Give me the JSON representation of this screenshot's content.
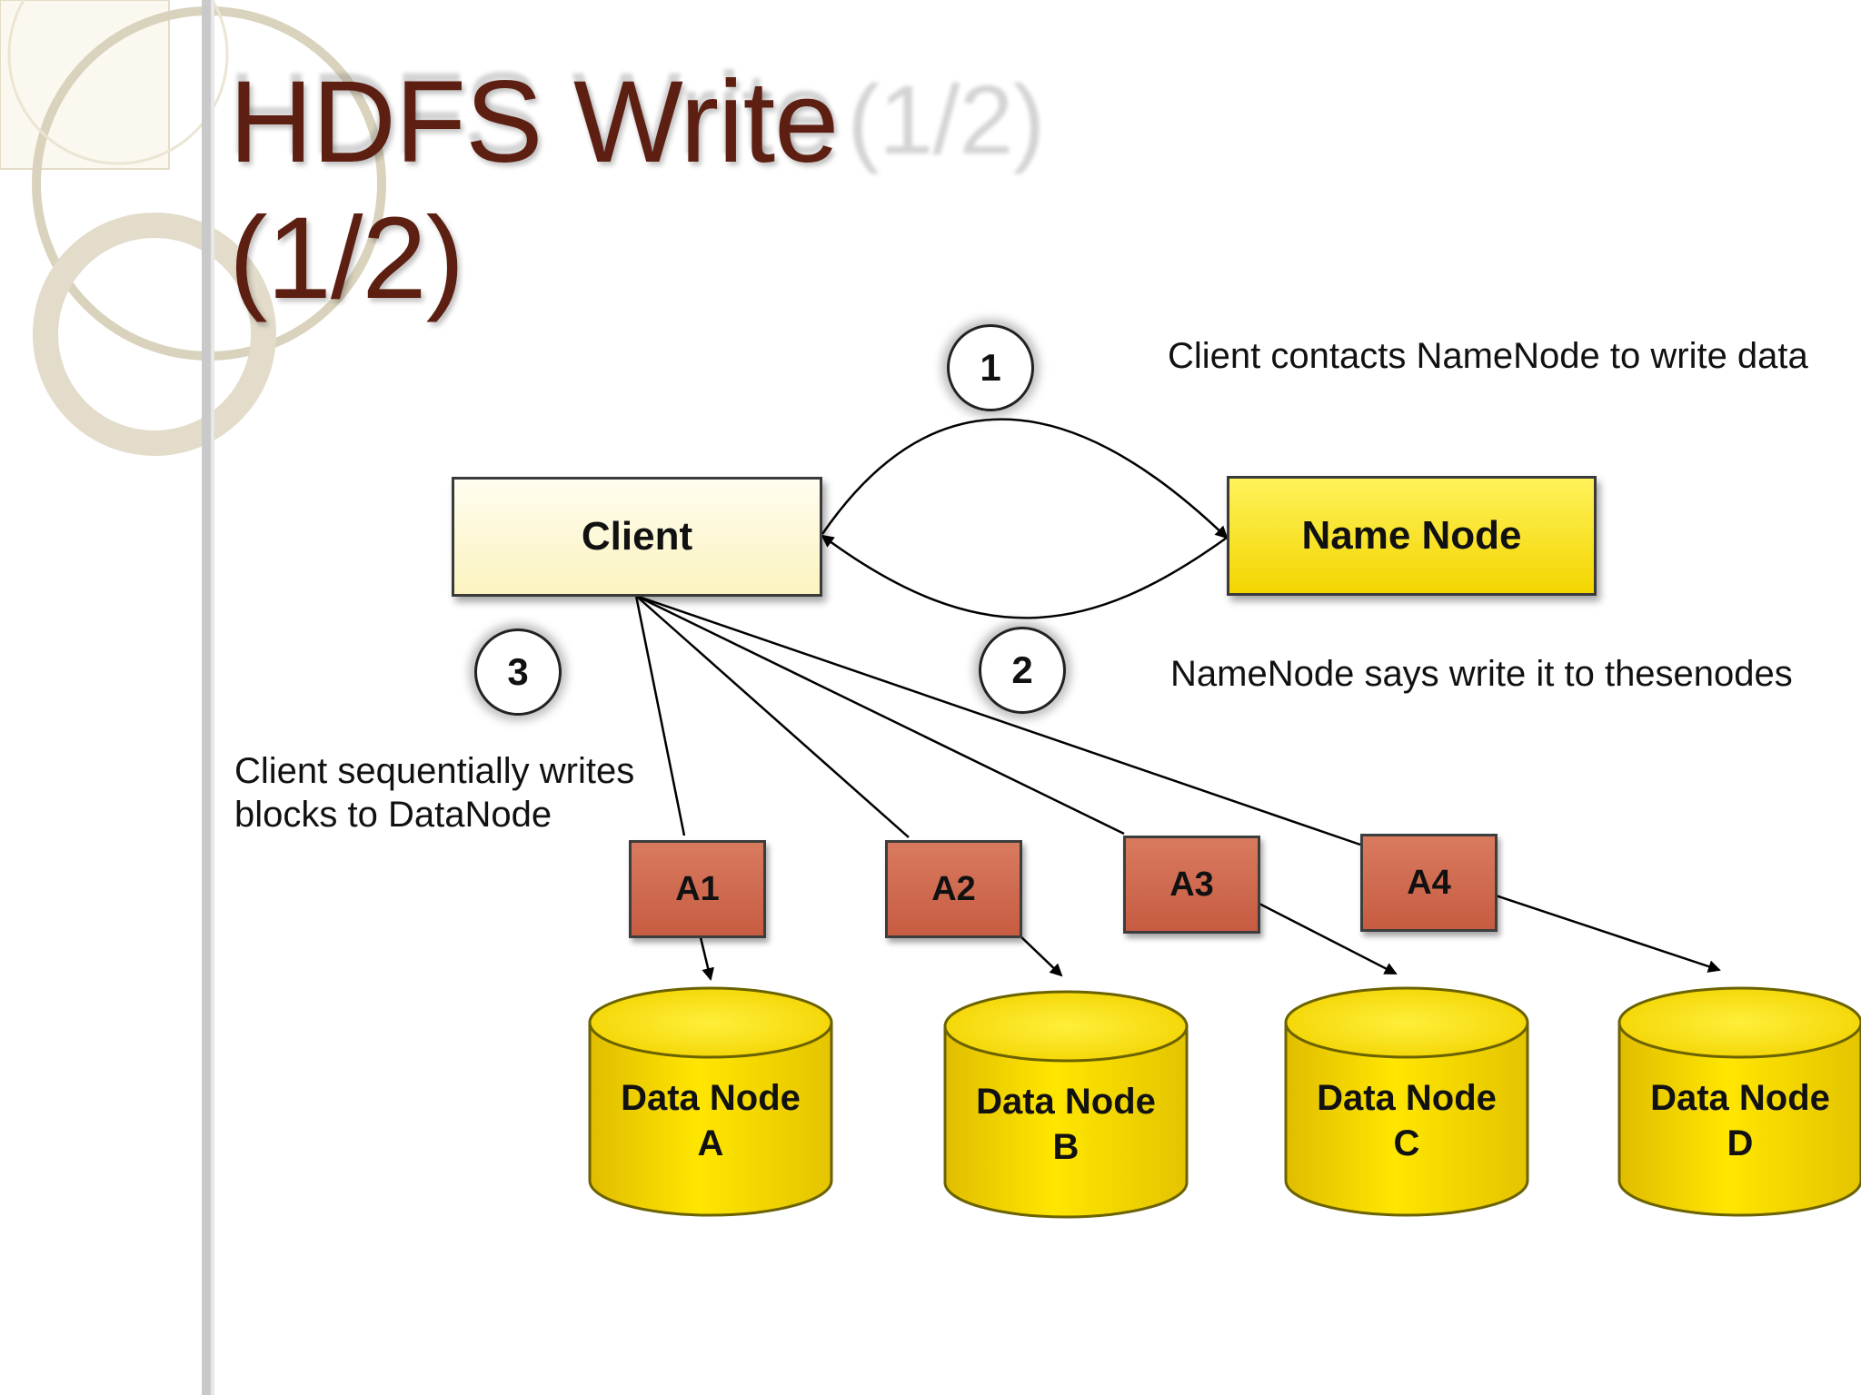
{
  "slide": {
    "title_line1": "HDFS Write",
    "title_line2": "(1/2)",
    "ghost_main": "HDFS Write",
    "ghost_sub": "(1/2)"
  },
  "nodes": {
    "client": "Client",
    "name_node": "Name Node"
  },
  "steps": [
    {
      "number": "1",
      "caption": "Client contacts NameNode to write data"
    },
    {
      "number": "2",
      "caption": "NameNode says write it to thesenodes"
    },
    {
      "number": "3",
      "caption_line1": "Client sequentially writes",
      "caption_line2": "blocks to DataNode"
    }
  ],
  "blocks": [
    "A1",
    "A2",
    "A3",
    "A4"
  ],
  "data_nodes": [
    {
      "line1": "Data Node",
      "line2": "A"
    },
    {
      "line1": "Data Node",
      "line2": "B"
    },
    {
      "line1": "Data Node",
      "line2": "C"
    },
    {
      "line1": "Data Node",
      "line2": "D"
    }
  ],
  "colors": {
    "title": "#5c1f12",
    "name_node": "#f5d800",
    "client": "#fbf5c8",
    "block": "#cc6347",
    "data_node": "#f5d800"
  }
}
